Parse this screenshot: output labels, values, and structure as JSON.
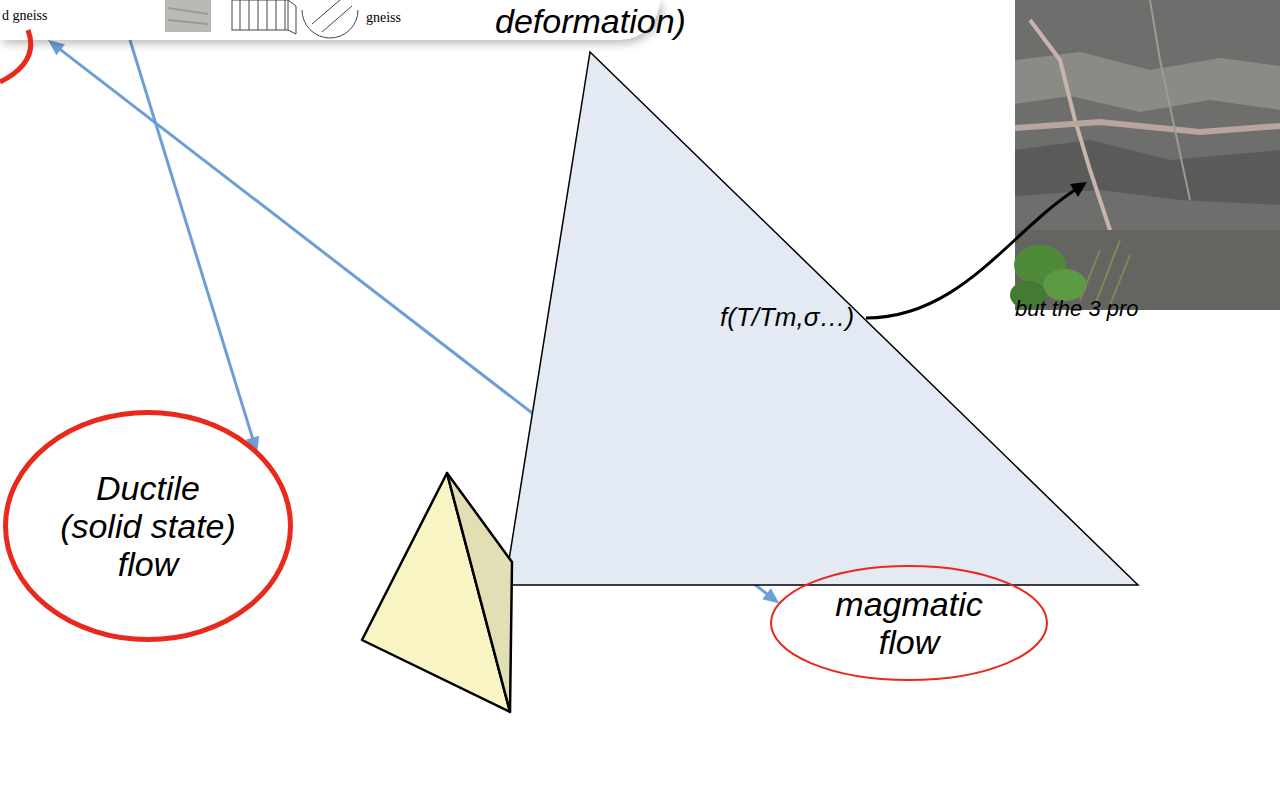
{
  "diagram": {
    "nodes": [
      {
        "text": [
          "d gneiss",
          "gneiss"
        ]
      },
      {
        "text": [
          "f(T/Tm,σ…)"
        ]
      },
      {
        "text": [
          "Ductile (solid state) flow"
        ]
      },
      {
        "text": [
          "magmatic flow"
        ]
      }
    ],
    "edges": [
      {
        "from": 0,
        "to": 2,
        "arrow": "to"
      },
      {
        "from": 0,
        "to": 3,
        "arrow": "both"
      }
    ],
    "labels": [
      "deformation)",
      "but the 3 pro"
    ]
  }
}
